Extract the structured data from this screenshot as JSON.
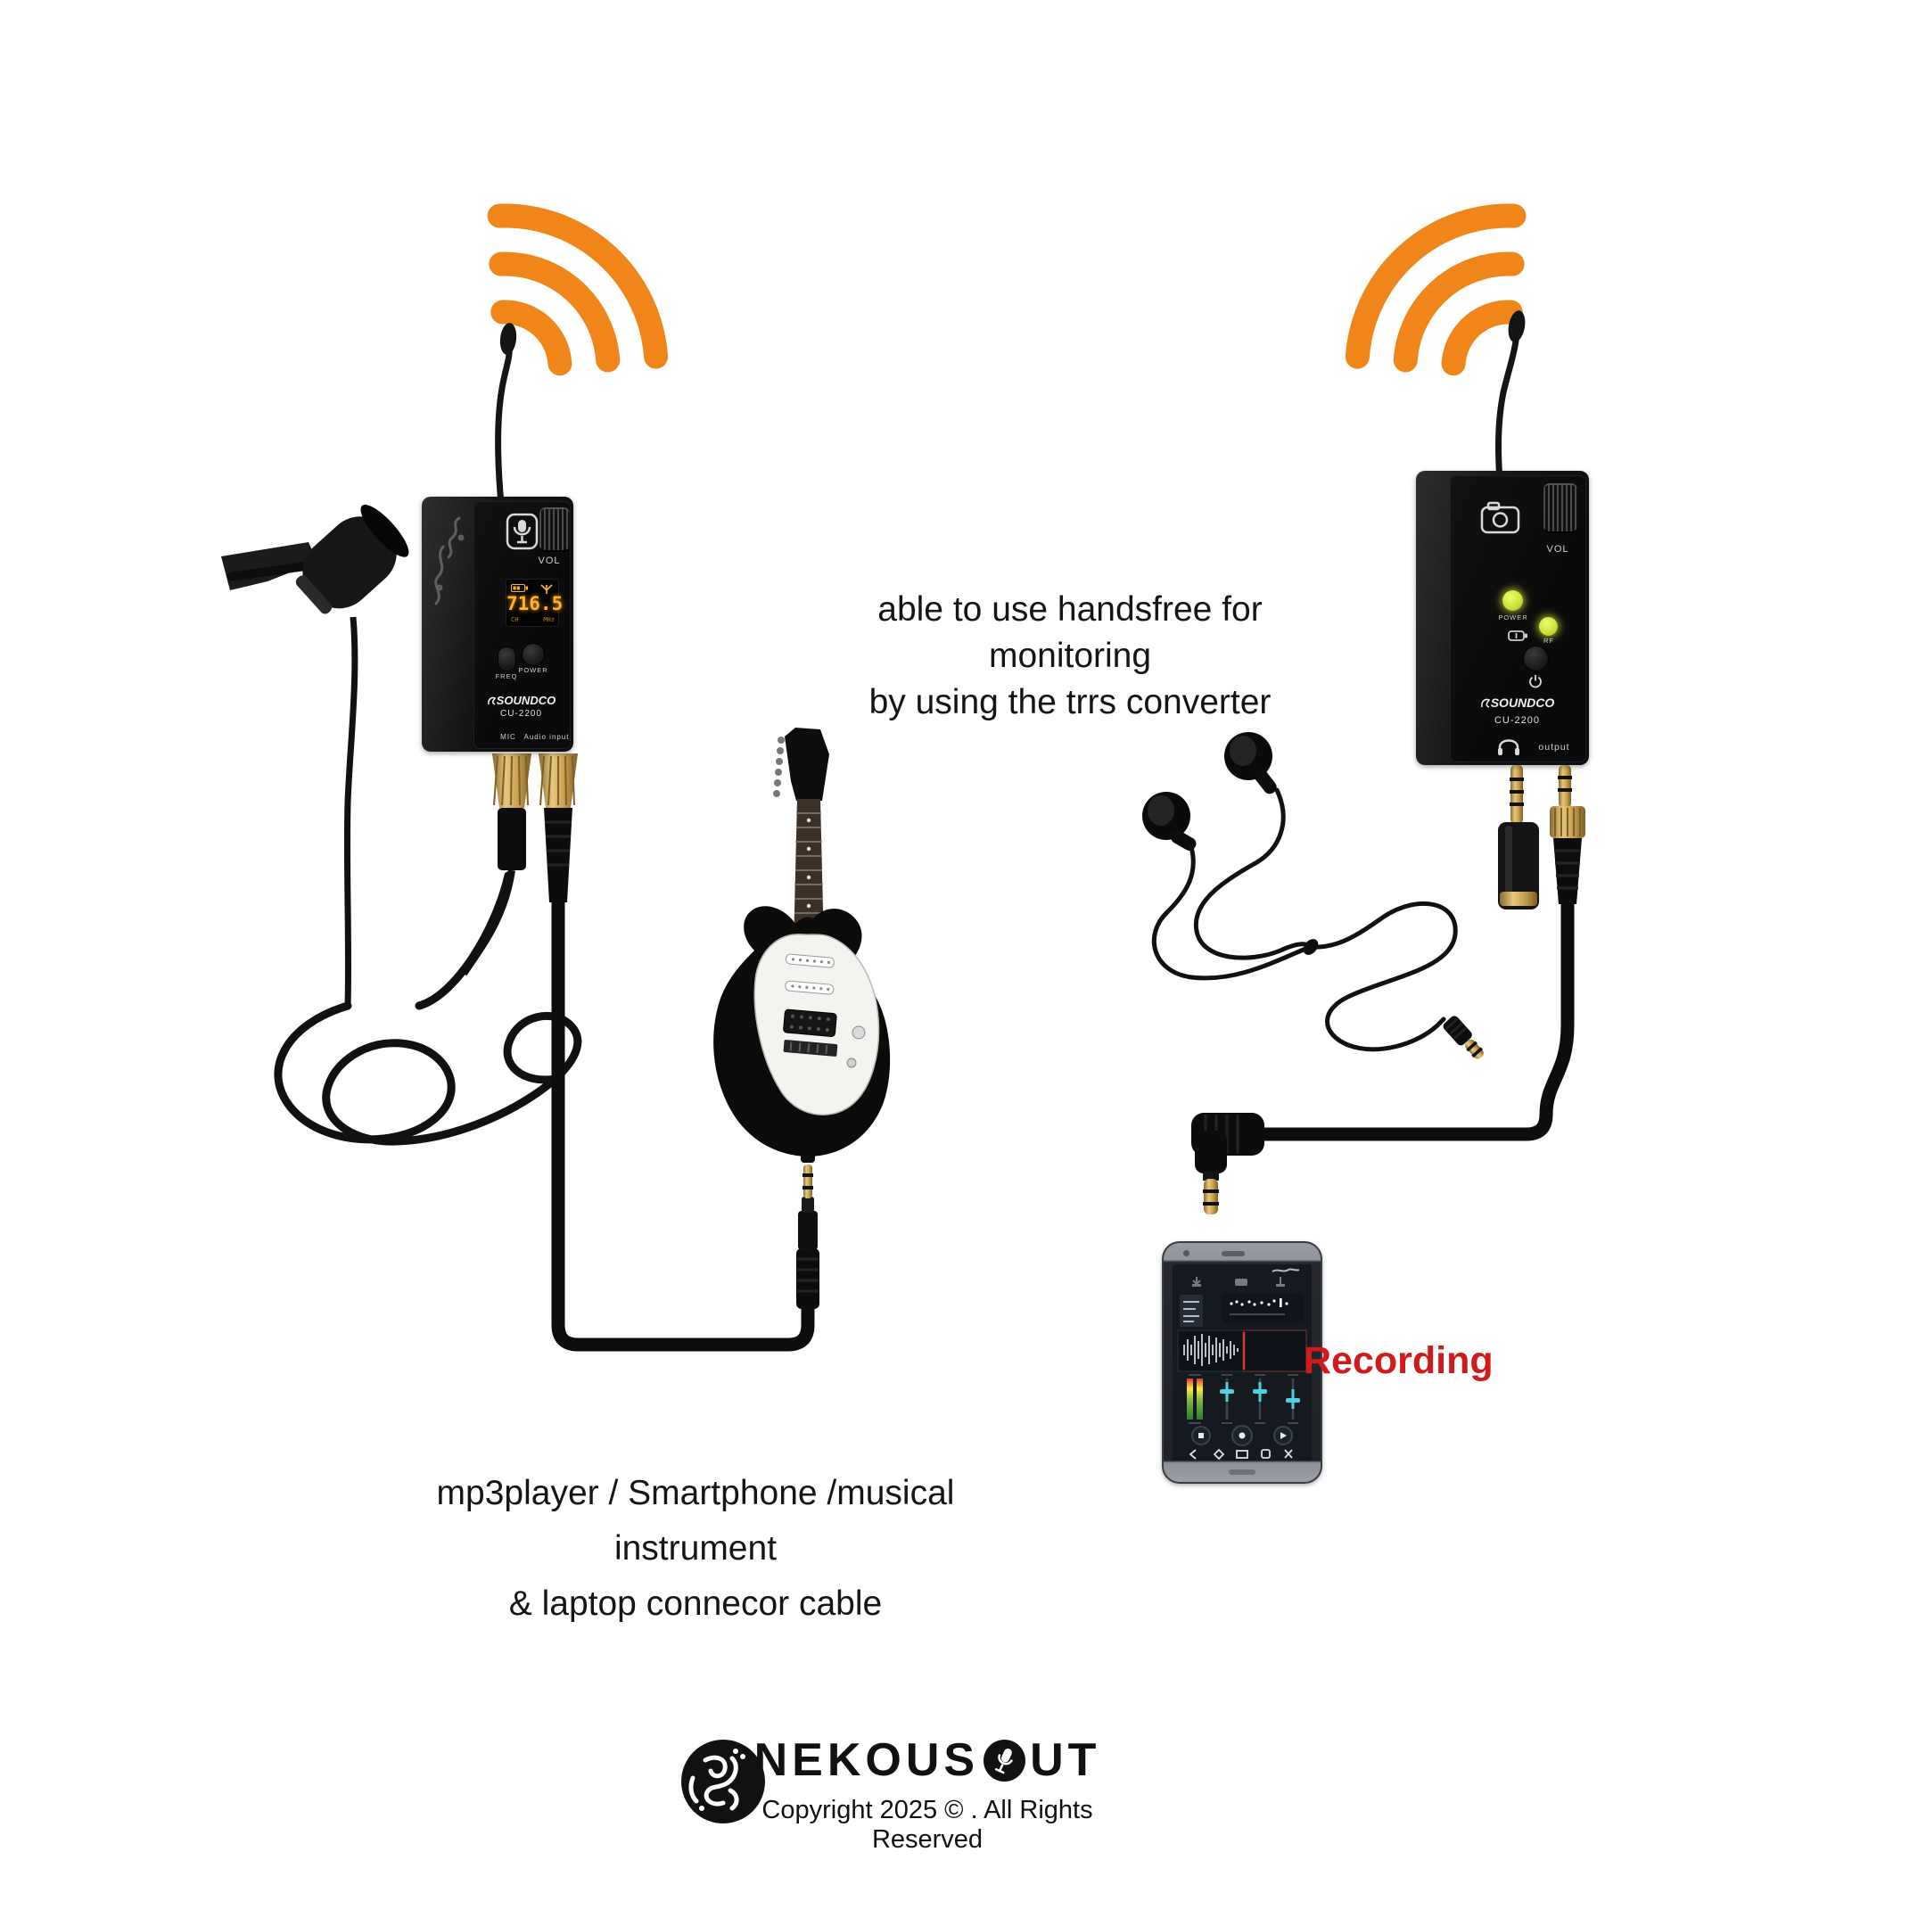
{
  "notes": {
    "monitoring_line1": "able to use handsfree for monitoring",
    "monitoring_line2": "by using the trrs converter",
    "connector_line1": "mp3player / Smartphone /musical instrument",
    "connector_line2": "& laptop connecor cable",
    "recording": "Recording"
  },
  "transmitter": {
    "vol_label": "VOL",
    "display": {
      "frequency": "716.5",
      "channel_label": "CH",
      "unit_label": "MHz"
    },
    "freq_button_label": "FREQ",
    "power_button_label": "POWER",
    "brand": "SOUNDCO",
    "model": "CU-2200",
    "mic_port_label": "MIC",
    "audio_in_port_label": "Audio input"
  },
  "receiver": {
    "vol_label": "VOL",
    "power_led_label": "POWER",
    "rf_led_label": "RF",
    "brand": "SOUNDCO",
    "model": "CU-2200",
    "output_port_label": "output"
  },
  "footer": {
    "brand_part1": "NEKOUS",
    "brand_part2": "UT",
    "copyright": "Copyright 2025 © . All Rights Reserved"
  },
  "colors": {
    "wifi_orange": "#F0861A",
    "display_amber": "#FFB41E",
    "led_green": "#CDDC39",
    "recording_red": "#CF1B1B"
  }
}
